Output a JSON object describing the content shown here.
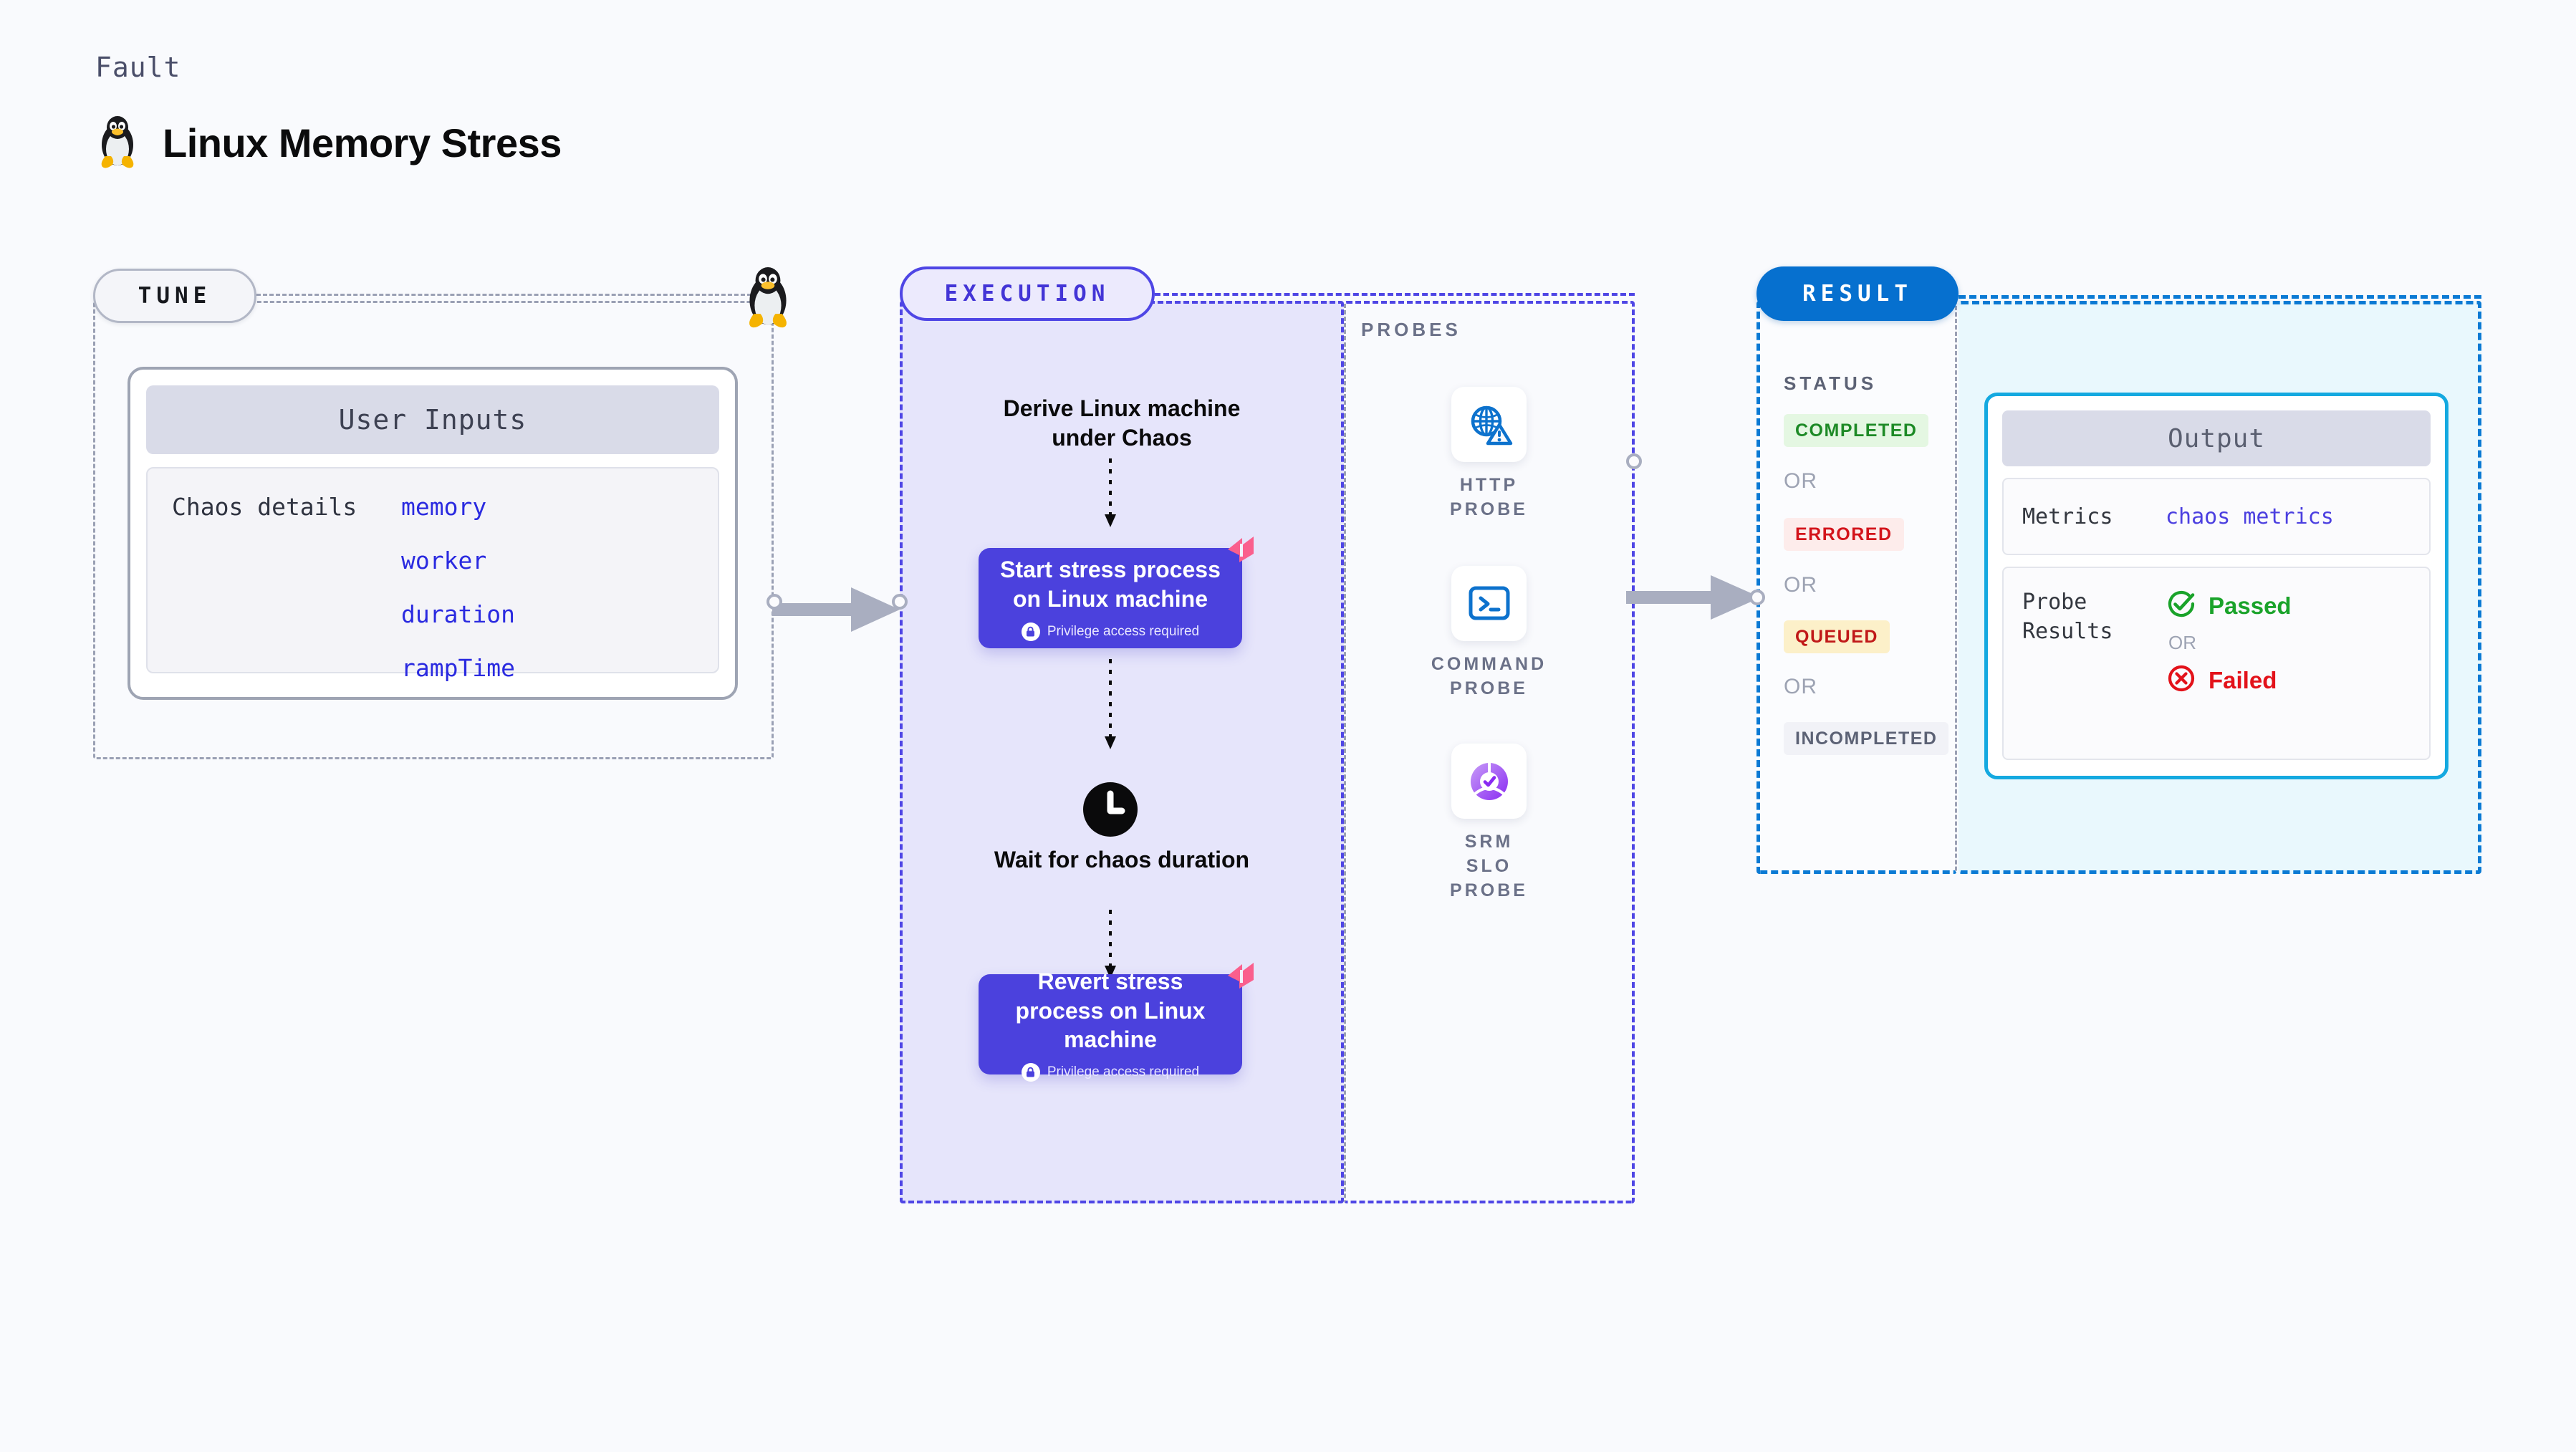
{
  "header": {
    "kicker": "Fault",
    "title": "Linux Memory Stress",
    "icon": "linux-penguin-icon"
  },
  "tune": {
    "badge": "TUNE",
    "icon": "linux-penguin-icon",
    "card": {
      "header": "User Inputs",
      "row_label": "Chaos details",
      "values": [
        "memory",
        "worker",
        "duration",
        "rampTime"
      ]
    }
  },
  "execution": {
    "badge": "EXECUTION",
    "steps": [
      {
        "kind": "caption",
        "text": "Derive Linux machine under Chaos"
      },
      {
        "kind": "action",
        "title": "Start stress process on Linux machine",
        "note": "Privilege access required",
        "icon": "lock-icon",
        "mark": "harness-logo-icon"
      },
      {
        "kind": "wait",
        "icon": "clock-icon",
        "text": "Wait for chaos duration"
      },
      {
        "kind": "action",
        "title": "Revert stress process on Linux machine",
        "note": "Privilege access required",
        "icon": "lock-icon",
        "mark": "harness-logo-icon"
      }
    ]
  },
  "probes": {
    "label": "PROBES",
    "items": [
      {
        "name": "HTTP PROBE",
        "icon": "globe-warning-icon"
      },
      {
        "name": "COMMAND PROBE",
        "icon": "terminal-prompt-icon"
      },
      {
        "name": "SRM SLO PROBE",
        "icon": "slo-donut-check-icon"
      }
    ]
  },
  "result": {
    "badge": "RESULT",
    "status_label": "STATUS",
    "or_label": "OR",
    "statuses": [
      {
        "text": "COMPLETED",
        "color": "#1d8a26",
        "bg": "#e4f7e2"
      },
      {
        "text": "ERRORED",
        "color": "#d3141b",
        "bg": "#fdeceb"
      },
      {
        "text": "QUEUED",
        "color": "#c01818",
        "bg": "#fcf0c9"
      },
      {
        "text": "INCOMPLETED",
        "color": "#5c6275",
        "bg": "#f1f2f7"
      }
    ],
    "output": {
      "header": "Output",
      "metrics_label": "Metrics",
      "metrics_value": "chaos metrics",
      "probe_results_label": "Probe Results",
      "passed": "Passed",
      "failed": "Failed",
      "or_label": "OR",
      "passed_icon": "check-circle-icon",
      "failed_icon": "x-circle-icon"
    }
  },
  "colors": {
    "background": "#f9fafd",
    "execution_accent": "#4f46e5",
    "execution_fill": "#e6e5fb",
    "action_node": "#4b41dd",
    "result_accent": "#0670cf",
    "output_accent": "#14a9e0",
    "output_fill": "#e9f8fd",
    "harness_pink": "#fa5f8d",
    "code_blue": "#2a2ae0",
    "arrow_gray": "#a9aec0"
  }
}
